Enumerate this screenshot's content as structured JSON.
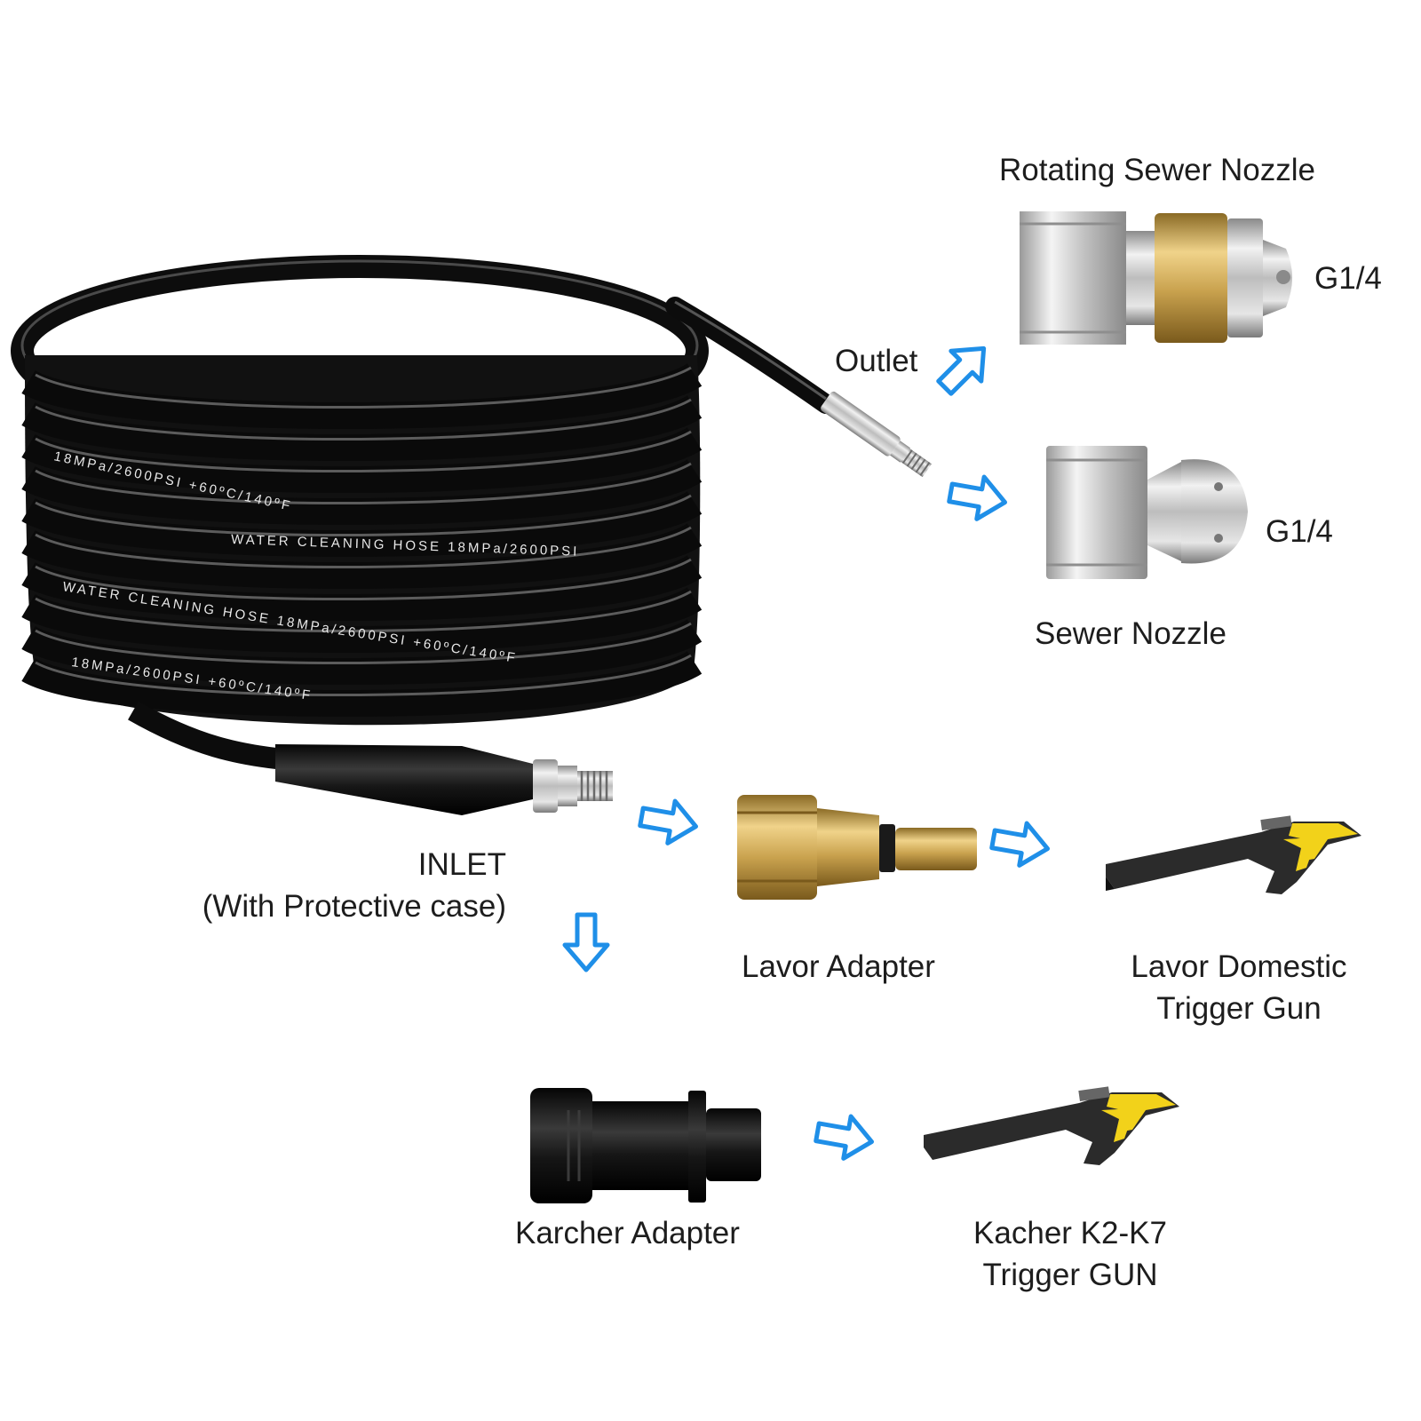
{
  "labels": {
    "rotating_sewer_nozzle": "Rotating Sewer Nozzle",
    "g14_top": "G1/4",
    "outlet": "Outlet",
    "g14_bottom": "G1/4",
    "sewer_nozzle": "Sewer Nozzle",
    "inlet_line1": "INLET",
    "inlet_line2": "(With Protective case)",
    "lavor_adapter": "Lavor Adapter",
    "lavor_gun_line1": "Lavor Domestic",
    "lavor_gun_line2": "Trigger Gun",
    "karcher_adapter": "Karcher Adapter",
    "kacher_gun_line1": "Kacher K2-K7",
    "kacher_gun_line2": "Trigger GUN"
  },
  "hose_print": {
    "line_a": "WATER CLEANING HOSE 18MPa/2600PSI +60ºC/140ºF",
    "line_b": "WATER CLEANING HOSE 18MPa/2600PSI",
    "line_c": "18MPa/2600PSI +60ºC/140ºF"
  },
  "colors": {
    "arrow_blue": "#1f8fe8",
    "hose_black": "#141414",
    "brass": "#c9a24e",
    "steel": "#c8c8c8",
    "gun_yellow": "#f2d21a"
  }
}
